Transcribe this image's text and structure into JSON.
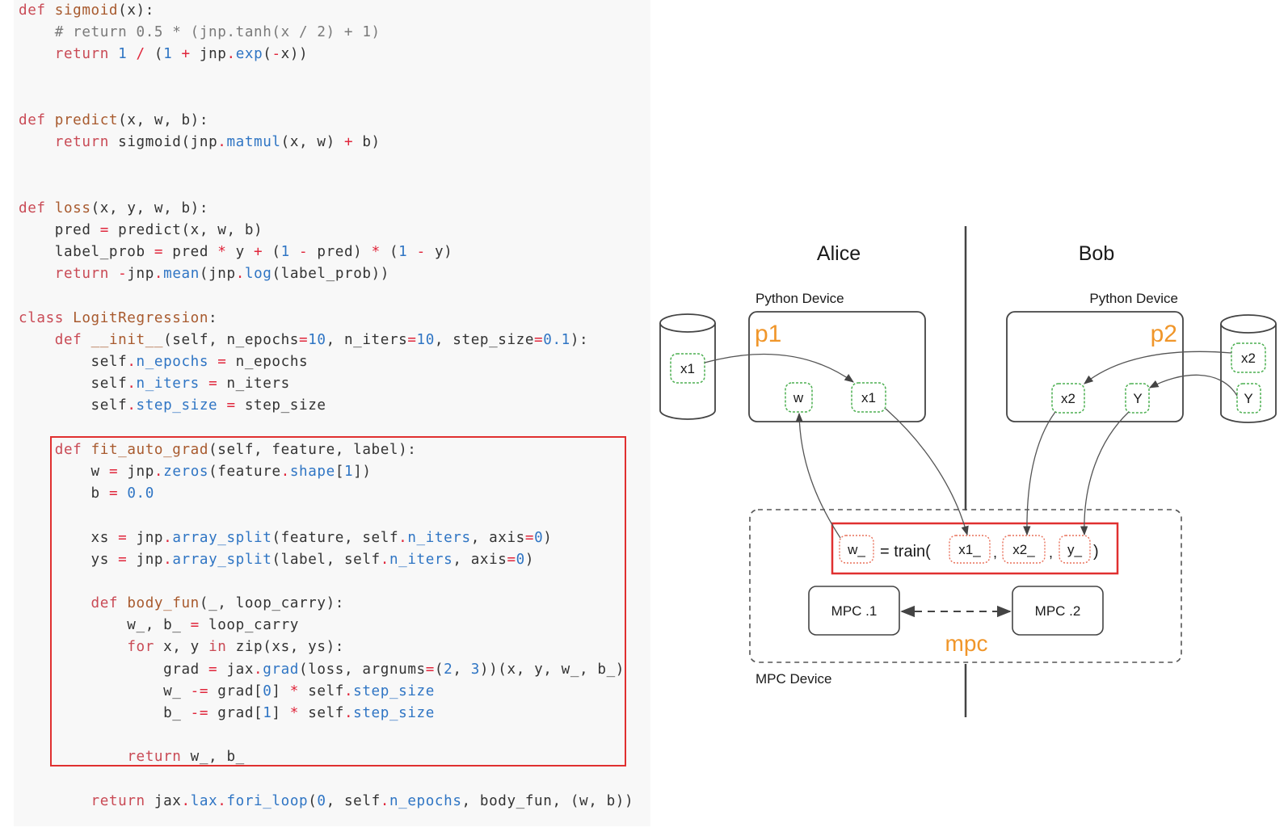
{
  "code": {
    "lines": [
      [
        [
          "kw",
          "def "
        ],
        [
          "fn",
          "sigmoid"
        ],
        [
          "",
          "(x):"
        ]
      ],
      [
        [
          "",
          "    "
        ],
        [
          "cm",
          "# return 0.5 * (jnp.tanh(x / 2) + 1)"
        ]
      ],
      [
        [
          "",
          "    "
        ],
        [
          "kw",
          "return "
        ],
        [
          "nm",
          "1"
        ],
        [
          "op",
          " / "
        ],
        [
          "",
          "("
        ],
        [
          "nm",
          "1"
        ],
        [
          "op",
          " + "
        ],
        [
          "",
          "jnp"
        ],
        [
          "op",
          "."
        ],
        [
          "at",
          "exp"
        ],
        [
          "",
          "("
        ],
        [
          "op",
          "-"
        ],
        [
          "",
          "x))"
        ]
      ],
      [],
      [],
      [
        [
          "kw",
          "def "
        ],
        [
          "fn",
          "predict"
        ],
        [
          "",
          "(x, w, b):"
        ]
      ],
      [
        [
          "",
          "    "
        ],
        [
          "kw",
          "return "
        ],
        [
          "",
          "sigmoid(jnp"
        ],
        [
          "op",
          "."
        ],
        [
          "at",
          "matmul"
        ],
        [
          "",
          "(x, w)"
        ],
        [
          "op",
          " + "
        ],
        [
          "",
          "b)"
        ]
      ],
      [],
      [],
      [
        [
          "kw",
          "def "
        ],
        [
          "fn",
          "loss"
        ],
        [
          "",
          "(x, y, w, b):"
        ]
      ],
      [
        [
          "",
          "    pred "
        ],
        [
          "op",
          "="
        ],
        [
          "",
          " predict(x, w, b)"
        ]
      ],
      [
        [
          "",
          "    label_prob "
        ],
        [
          "op",
          "="
        ],
        [
          "",
          " pred "
        ],
        [
          "op",
          "*"
        ],
        [
          "",
          " y "
        ],
        [
          "op",
          "+"
        ],
        [
          "",
          " ("
        ],
        [
          "nm",
          "1"
        ],
        [
          "op",
          " -"
        ],
        [
          "",
          " pred) "
        ],
        [
          "op",
          "*"
        ],
        [
          "",
          " ("
        ],
        [
          "nm",
          "1"
        ],
        [
          "op",
          " -"
        ],
        [
          "",
          " y)"
        ]
      ],
      [
        [
          "",
          "    "
        ],
        [
          "kw",
          "return "
        ],
        [
          "op",
          "-"
        ],
        [
          "",
          "jnp"
        ],
        [
          "op",
          "."
        ],
        [
          "at",
          "mean"
        ],
        [
          "",
          "(jnp"
        ],
        [
          "op",
          "."
        ],
        [
          "at",
          "log"
        ],
        [
          "",
          "(label_prob))"
        ]
      ],
      [],
      [
        [
          "kw",
          "class "
        ],
        [
          "fn",
          "LogitRegression"
        ],
        [
          "",
          ":"
        ]
      ],
      [
        [
          "",
          "    "
        ],
        [
          "kw",
          "def "
        ],
        [
          "fn",
          "__init__"
        ],
        [
          "",
          "(self, n_epochs"
        ],
        [
          "op",
          "="
        ],
        [
          "nm",
          "10"
        ],
        [
          "",
          ", n_iters"
        ],
        [
          "op",
          "="
        ],
        [
          "nm",
          "10"
        ],
        [
          "",
          ", step_size"
        ],
        [
          "op",
          "="
        ],
        [
          "nm",
          "0.1"
        ],
        [
          "",
          "):"
        ]
      ],
      [
        [
          "",
          "        self"
        ],
        [
          "op",
          "."
        ],
        [
          "at",
          "n_epochs"
        ],
        [
          "",
          " "
        ],
        [
          "op",
          "="
        ],
        [
          "",
          " n_epochs"
        ]
      ],
      [
        [
          "",
          "        self"
        ],
        [
          "op",
          "."
        ],
        [
          "at",
          "n_iters"
        ],
        [
          "",
          " "
        ],
        [
          "op",
          "="
        ],
        [
          "",
          " n_iters"
        ]
      ],
      [
        [
          "",
          "        self"
        ],
        [
          "op",
          "."
        ],
        [
          "at",
          "step_size"
        ],
        [
          "",
          " "
        ],
        [
          "op",
          "="
        ],
        [
          "",
          " step_size"
        ]
      ],
      [],
      [
        [
          "",
          "    "
        ],
        [
          "kw",
          "def "
        ],
        [
          "fn",
          "fit_auto_grad"
        ],
        [
          "",
          "(self, feature, label):"
        ]
      ],
      [
        [
          "",
          "        w "
        ],
        [
          "op",
          "="
        ],
        [
          "",
          " jnp"
        ],
        [
          "op",
          "."
        ],
        [
          "at",
          "zeros"
        ],
        [
          "",
          "(feature"
        ],
        [
          "op",
          "."
        ],
        [
          "at",
          "shape"
        ],
        [
          "",
          "["
        ],
        [
          "nm",
          "1"
        ],
        [
          "",
          "])"
        ]
      ],
      [
        [
          "",
          "        b "
        ],
        [
          "op",
          "="
        ],
        [
          "",
          " "
        ],
        [
          "nm",
          "0.0"
        ]
      ],
      [],
      [
        [
          "",
          "        xs "
        ],
        [
          "op",
          "="
        ],
        [
          "",
          " jnp"
        ],
        [
          "op",
          "."
        ],
        [
          "at",
          "array_split"
        ],
        [
          "",
          "(feature, self"
        ],
        [
          "op",
          "."
        ],
        [
          "at",
          "n_iters"
        ],
        [
          "",
          ", axis"
        ],
        [
          "op",
          "="
        ],
        [
          "nm",
          "0"
        ],
        [
          "",
          ")"
        ]
      ],
      [
        [
          "",
          "        ys "
        ],
        [
          "op",
          "="
        ],
        [
          "",
          " jnp"
        ],
        [
          "op",
          "."
        ],
        [
          "at",
          "array_split"
        ],
        [
          "",
          "(label, self"
        ],
        [
          "op",
          "."
        ],
        [
          "at",
          "n_iters"
        ],
        [
          "",
          ", axis"
        ],
        [
          "op",
          "="
        ],
        [
          "nm",
          "0"
        ],
        [
          "",
          ")"
        ]
      ],
      [],
      [
        [
          "",
          "        "
        ],
        [
          "kw",
          "def "
        ],
        [
          "fn",
          "body_fun"
        ],
        [
          "",
          "(_, loop_carry):"
        ]
      ],
      [
        [
          "",
          "            w_, b_ "
        ],
        [
          "op",
          "="
        ],
        [
          "",
          " loop_carry"
        ]
      ],
      [
        [
          "",
          "            "
        ],
        [
          "kw",
          "for "
        ],
        [
          "",
          "x, y "
        ],
        [
          "kw",
          "in "
        ],
        [
          "",
          "zip(xs, ys):"
        ]
      ],
      [
        [
          "",
          "                grad "
        ],
        [
          "op",
          "="
        ],
        [
          "",
          " jax"
        ],
        [
          "op",
          "."
        ],
        [
          "at",
          "grad"
        ],
        [
          "",
          "(loss, argnums"
        ],
        [
          "op",
          "="
        ],
        [
          "",
          "("
        ],
        [
          "nm",
          "2"
        ],
        [
          "",
          ", "
        ],
        [
          "nm",
          "3"
        ],
        [
          "",
          "))(x, y, w_, b_)"
        ]
      ],
      [
        [
          "",
          "                w_ "
        ],
        [
          "op",
          "-="
        ],
        [
          "",
          " grad["
        ],
        [
          "nm",
          "0"
        ],
        [
          "",
          "] "
        ],
        [
          "op",
          "*"
        ],
        [
          "",
          " self"
        ],
        [
          "op",
          "."
        ],
        [
          "at",
          "step_size"
        ]
      ],
      [
        [
          "",
          "                b_ "
        ],
        [
          "op",
          "-="
        ],
        [
          "",
          " grad["
        ],
        [
          "nm",
          "1"
        ],
        [
          "",
          "] "
        ],
        [
          "op",
          "*"
        ],
        [
          "",
          " self"
        ],
        [
          "op",
          "."
        ],
        [
          "at",
          "step_size"
        ]
      ],
      [],
      [
        [
          "",
          "            "
        ],
        [
          "kw",
          "return "
        ],
        [
          "",
          "w_, b_"
        ]
      ],
      [],
      [
        [
          "",
          "        "
        ],
        [
          "kw",
          "return "
        ],
        [
          "",
          "jax"
        ],
        [
          "op",
          "."
        ],
        [
          "at",
          "lax"
        ],
        [
          "op",
          "."
        ],
        [
          "at",
          "fori_loop"
        ],
        [
          "",
          "("
        ],
        [
          "nm",
          "0"
        ],
        [
          "",
          ", self"
        ],
        [
          "op",
          "."
        ],
        [
          "at",
          "n_epochs"
        ],
        [
          "",
          ", body_fun, (w, b))"
        ]
      ]
    ]
  },
  "diagram": {
    "parties": {
      "left": "Alice",
      "right": "Bob"
    },
    "python_device_label": "Python Device",
    "p1_label": "p1",
    "p2_label": "p2",
    "alice_storage_var": "x1",
    "alice_device_vars": [
      "w",
      "x1"
    ],
    "bob_storage_vars": [
      "x2",
      "Y"
    ],
    "bob_device_vars": [
      "x2",
      "Y"
    ],
    "train_expr": {
      "output": "w_",
      "equals_train": "= train(",
      "args": [
        "x1_",
        "x2_",
        "y_"
      ],
      "separator": ",",
      "close": ")"
    },
    "mpc_nodes": [
      "MPC .1",
      "MPC .2"
    ],
    "mpc_label": "mpc",
    "mpc_device_label": "MPC Device",
    "colors": {
      "orange": "#f0962a",
      "green_dashed": "#4caf50",
      "red_highlight": "#e03030",
      "red_dashed": "#e8705a"
    }
  }
}
